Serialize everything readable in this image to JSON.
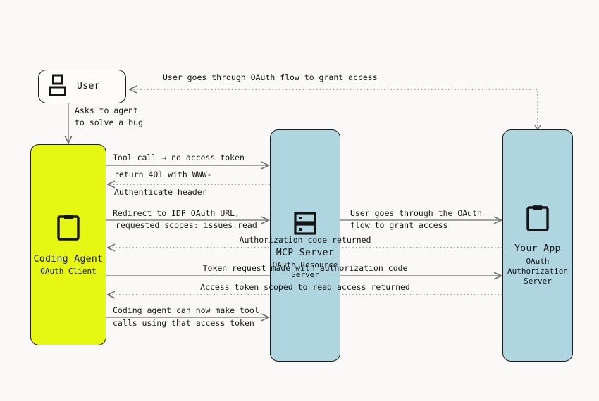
{
  "diagram": {
    "type": "sequence-flow",
    "background": "#faf9f7",
    "colors": {
      "agent_fill": "#e6f714",
      "server_fill": "#aed5e0",
      "node_fill": "#fdfcfa",
      "stroke": "#1c1c1c",
      "wire": "#6e6e6e"
    }
  },
  "nodes": {
    "user": {
      "title": "User",
      "sub": "",
      "icon": "person-icon"
    },
    "agent": {
      "title": "Coding Agent",
      "sub": "OAuth Client",
      "icon": "clipboard-icon"
    },
    "mcp": {
      "title": "MCP Server",
      "sub": "OAuth Resource\nServer",
      "icon": "server-icon"
    },
    "app": {
      "title": "Your App",
      "sub": "OAuth\nAuthorization\nServer",
      "icon": "clipboard-icon"
    }
  },
  "edges": {
    "user_oauth_flow": {
      "text": "User goes through OAuth flow to grant access",
      "style": "dotted",
      "direction": "app-to-user"
    },
    "asks_agent": {
      "line1": "Asks to agent",
      "line2": "to solve a bug",
      "style": "solid",
      "direction": "user-to-agent"
    },
    "tool_call": {
      "text": "Tool call → no access token",
      "style": "solid",
      "direction": "agent-to-mcp"
    },
    "return_401": {
      "line1": "return 401 with WWW-",
      "line2": "Authenticate header",
      "style": "dotted",
      "direction": "mcp-to-agent"
    },
    "redirect_idp": {
      "line1": "Redirect to IDP OAuth URL,",
      "line2": "requested scopes: issues.read",
      "style": "solid",
      "direction": "agent-to-mcp"
    },
    "user_oauth_grant": {
      "line1": "User goes through the OAuth",
      "line2": "flow to grant access",
      "style": "solid",
      "direction": "mcp-to-app"
    },
    "auth_code": {
      "text": "Authorization code returned",
      "style": "dotted",
      "direction": "app-to-agent"
    },
    "token_request": {
      "text": "Token request made with authorization code",
      "style": "solid",
      "direction": "agent-to-app"
    },
    "access_token": {
      "text": "Access token scoped to read access returned",
      "style": "dotted",
      "direction": "app-to-agent"
    },
    "tool_calls_now": {
      "line1": "Coding agent can now make tool",
      "line2": "calls using that access token",
      "style": "solid",
      "direction": "agent-to-mcp"
    }
  }
}
